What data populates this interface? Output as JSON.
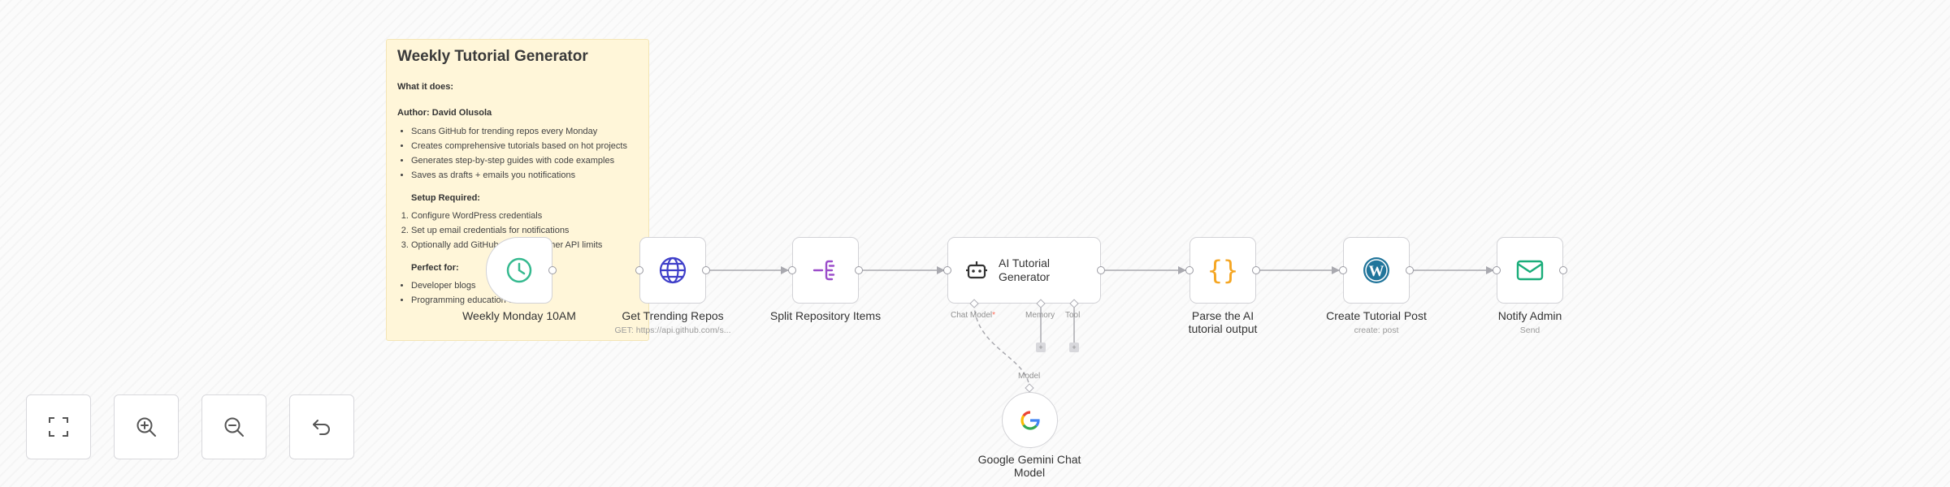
{
  "sticky_note": {
    "title": "Weekly Tutorial Generator",
    "what_it_does": "What it does:",
    "author": "Author: David Olusola",
    "features": [
      "Scans GitHub for trending repos every Monday",
      "Creates comprehensive tutorials based on hot projects",
      "Generates step-by-step guides with code examples",
      "Saves as drafts + emails you notifications"
    ],
    "setup_heading": "Setup Required:",
    "setup_steps": [
      "Configure WordPress credentials",
      "Set up email credentials for notifications",
      "Optionally add GitHub token for higher API limits"
    ],
    "perfect_heading": "Perfect for:",
    "perfect_for": [
      "Developer blogs",
      "Programming education sites"
    ]
  },
  "nodes": {
    "schedule": {
      "label": "Weekly Monday 10AM",
      "icon": "clock-icon",
      "color": "#35b98f"
    },
    "http": {
      "label": "Get Trending Repos",
      "subtitle": "GET: https://api.github.com/s...",
      "icon": "globe-icon",
      "color": "#3f3fc9"
    },
    "split": {
      "label": "Split Repository Items",
      "icon": "split-out-icon",
      "color": "#9b4dca"
    },
    "agent": {
      "label_line1": "AI Tutorial",
      "label_line2": "Generator",
      "icon": "robot-icon",
      "ports": {
        "chat_model": "Chat Model",
        "required_marker": "*",
        "memory": "Memory",
        "tool": "Tool"
      }
    },
    "code": {
      "label": "Parse the AI tutorial output",
      "icon": "code-braces-icon",
      "symbol": "{}",
      "color": "#f5a623"
    },
    "wordpress": {
      "label": "Create Tutorial Post",
      "subtitle": "create: post",
      "icon": "wordpress-icon",
      "color": "#21759b"
    },
    "email": {
      "label": "Notify Admin",
      "subtitle": "Send",
      "icon": "mail-icon",
      "color": "#1aad7a"
    },
    "gemini": {
      "label": "Google Gemini Chat Model",
      "port_label": "Model",
      "icon": "google-g-icon"
    }
  },
  "canvas_controls": {
    "fit_view": "fit-view-icon",
    "zoom_in": "zoom-in-icon",
    "zoom_out": "zoom-out-icon",
    "undo": "undo-icon"
  },
  "colors": {
    "edge": "#a9a9af",
    "node_border": "#d2d2d6",
    "sticky_bg": "#fff6d9",
    "required_red": "#ff6d5a"
  }
}
